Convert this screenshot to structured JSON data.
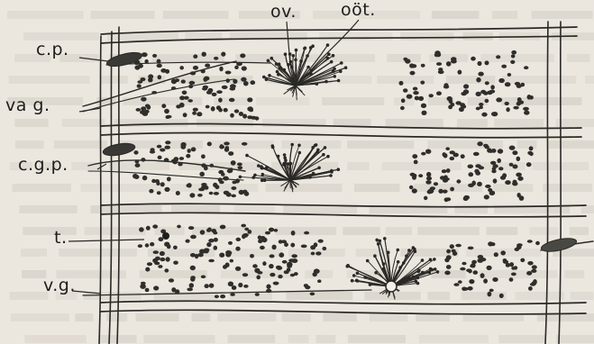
{
  "figure": {
    "labels": {
      "ov": "ov.",
      "oot": "oöt.",
      "cp": "c.p.",
      "vag": "va g.",
      "cgp": "c.g.p.",
      "t": "t.",
      "vg": "v.g."
    },
    "colors": {
      "paper": "#ebe7df",
      "ink": "#1e1d1b"
    }
  }
}
